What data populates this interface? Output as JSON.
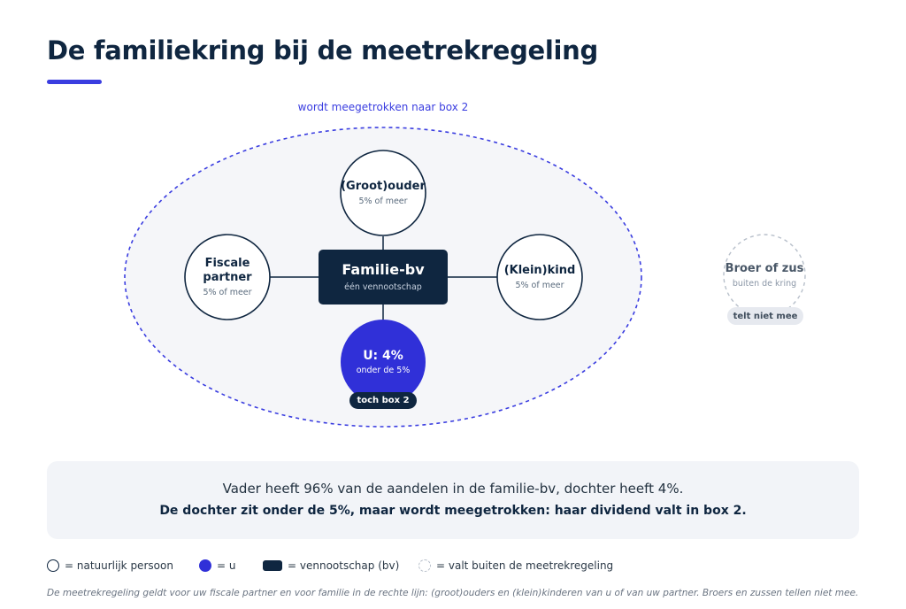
{
  "title": "De familiekring bij de meetrekregeling",
  "colors": {
    "accent": "#3a3de0",
    "navy": "#0f2640",
    "you": "#3030d8",
    "outside": "#b7bfca",
    "panel": "#f2f4f8"
  },
  "diagram": {
    "box2_label": "wordt meegetrokken naar box 2",
    "center": {
      "name": "Familie-bv",
      "sub": "één vennootschap"
    },
    "grootouder": {
      "name": "(Groot)ouder",
      "sub": "5% of meer"
    },
    "partner": {
      "name": "Fiscale partner",
      "sub": "5% of meer"
    },
    "kleinkind": {
      "name": "(Klein)kind",
      "sub": "5% of meer"
    },
    "you": {
      "name": "U: 4%",
      "sub": "onder de 5%",
      "badge": "toch box 2"
    },
    "sibling": {
      "name": "Broer of zus",
      "sub": "buiten de kring",
      "badge": "telt niet mee"
    }
  },
  "info": {
    "line1": "Vader heeft 96% van de aandelen in de familie-bv, dochter heeft 4%.",
    "line2": "De dochter zit onder de 5%, maar wordt meegetrokken: haar dividend valt in box 2."
  },
  "legend": [
    {
      "icon": "person-circle-icon",
      "label": "= natuurlijk persoon"
    },
    {
      "icon": "you-dot-icon",
      "label": "= u"
    },
    {
      "icon": "company-block-icon",
      "label": "= vennootschap (bv)"
    },
    {
      "icon": "dashed-circle-icon",
      "label": "= valt buiten de meetrekregeling"
    }
  ],
  "footnote": "De meetrekregeling geldt voor uw fiscale partner en voor familie in de rechte lijn: (groot)ouders en (klein)kinderen van u of van uw partner. Broers en zussen tellen niet mee."
}
